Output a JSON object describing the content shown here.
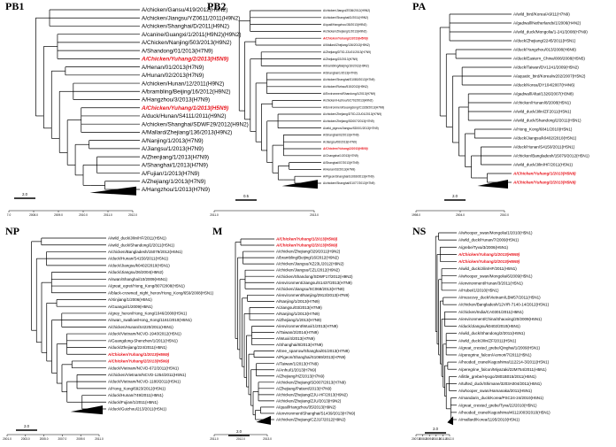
{
  "panels": [
    {
      "id": "PB1",
      "title": "PB1",
      "leafFont": 6.4,
      "axisFont": 3.2,
      "scale_label": "2.0",
      "axis_ticks": [
        "7.0",
        "2008.0",
        "2009.0",
        "2010.0",
        "2011.0",
        "2012.0"
      ],
      "leaves": [
        {
          "label": "A/chicken/Gansu/419/2012(H9N2)"
        },
        {
          "label": "A/chicken/Jiangsu/YZ0611/2011(H9N2)"
        },
        {
          "label": "A/chicken/Shanghai/D/2011(H9N2)"
        },
        {
          "label": "A/canine/Guangxi/1/2011(H9N2)(H9N2)"
        },
        {
          "label": "A/Chicken/Nanjing/503/2013(H9N2)"
        },
        {
          "label": "A/Shandong/01/2013(H7N9)"
        },
        {
          "label": "A/Chicken/Yuhang/2/2013(H5N9)",
          "highlight": true
        },
        {
          "label": "A/Henan/01/2013(H7N9)"
        },
        {
          "label": "A/Hunan/02/2013(H7N9)"
        },
        {
          "label": "A/chicken/Hunan/12/2011(H9N2)"
        },
        {
          "label": "A/brambling/Beijing/16/2012(H9N2)"
        },
        {
          "label": "A/Hangzhou/3/2013(H7N9)"
        },
        {
          "label": "A/Chicken/Yuhang/1/2013(H5N9)",
          "highlight": true
        },
        {
          "label": "A/duck/Hunan/S4111/2011(H9N2)"
        },
        {
          "label": "A/chicken/Shanghai/SDWF29/2012(H9N2)"
        },
        {
          "label": "A/Mallard/Zhejiang/136/2013(H9N2)"
        },
        {
          "label": "A/Nanjing/1/2013(H7N9)"
        },
        {
          "label": "A/Jiangsu/1/2013(H7N9)"
        },
        {
          "label": "A/Zhenjiang/1/2013(H7N9)"
        },
        {
          "label": "A/Shanghai/1/2013(H7N9)"
        },
        {
          "label": "A/Fujian/1/2013(H7N9)"
        },
        {
          "label": "A/Zhejiang/1/2013(H7N9)"
        },
        {
          "label": "A/Hangzhou/1/2013(H7N9)"
        }
      ]
    },
    {
      "id": "PB2",
      "title": "PB2",
      "leafFont": 3.3,
      "axisFont": 3.2,
      "scale_label": "0.5",
      "axis_ticks": [
        "2011.0",
        "2013.0"
      ],
      "leaves": [
        {
          "label": "A/chicken/Jiangxi/ZS36/2012(H9N2)"
        },
        {
          "label": "A/chicken/Shanghai/D/2011(H9N2)"
        },
        {
          "label": "A/quail/Hangzhou/35/2013(H9N2)"
        },
        {
          "label": "A/chicken/Zhejiang/1/2013(H9N2)"
        },
        {
          "label": "A/Chicken/Yuhang/1/2013(H5N9)",
          "highlight": true
        },
        {
          "label": "A/Mallard/Zhejiang/136/2013(H9N2)"
        },
        {
          "label": "A/Zhejiang/DTID-ZJU01/2013(H7N9)"
        },
        {
          "label": "A/Zhejiang/22/2013(H7N9)"
        },
        {
          "label": "A/brambling/Beijing/16/2012(H9N2)"
        },
        {
          "label": "A/Shanghai/1/2013(H7N9)"
        },
        {
          "label": "A/chicken/Shanghai/S1080/2013(H7N9)"
        },
        {
          "label": "A/chicken/Rizhao/515/2013(H9N2)"
        },
        {
          "label": "A/Environment/Shandong/1/2013(H7N9)"
        },
        {
          "label": "A/chicken/Huzhou/SC702/2013(H9N2)"
        },
        {
          "label": "A/Environment/Guangdong/C1328/2013(H7N9)"
        },
        {
          "label": "A/chicken/Zhejiang/DTID-ZJU01/2013(H7N9)"
        },
        {
          "label": "A/chicken/Zhejiang/SD007/2013(H7N9)"
        },
        {
          "label": "A/wild_pigeon/Jiangsu/SD001/2013(H7N9)"
        },
        {
          "label": "A/Shanghai/02/2013(H7N9)"
        },
        {
          "label": "A/Jiangsu/06/2013(H7N9)"
        },
        {
          "label": "A/Chicken/Yuhang/2/2013(H5N9)",
          "highlight": true
        },
        {
          "label": "A/Changsha/1/2013(H7N9)"
        },
        {
          "label": "A/Shanghai/07/2013(H7N9)"
        },
        {
          "label": "A/Hunan/02/2013(H7N9)"
        },
        {
          "label": "A/Pigeon/Shanghai/S1069/2013(H7N9)"
        },
        {
          "label": "A/chicken/Shanghai/S1077/2013(H7N9)"
        }
      ]
    },
    {
      "id": "PA",
      "title": "PA",
      "leafFont": 4.6,
      "axisFont": 3.2,
      "scale_label": "2.0",
      "axis_ticks": [
        "1998.0",
        "2004.0",
        "2010.0"
      ],
      "leaves": [
        {
          "label": "A/wild_bird/Korea/A9/11(H7N9)"
        },
        {
          "label": "A/gadwall/Netherlands/1/2006(H4N2)"
        },
        {
          "label": "A/wild_duck/Mongolia/1-241/2008(H7N9)"
        },
        {
          "label": "A/duck/Zhejiang/2245/2011(H5N1)"
        },
        {
          "label": "A/duck/Yangzhou/013/2008(H6N6)"
        },
        {
          "label": "A/duck/Eastern_China/008/2008(H5N5)"
        },
        {
          "label": "A/duck/Taiwan/DV1241/2009(H5N2)"
        },
        {
          "label": "A/aquatic_bird/Korea/w202/2007(H5N2)"
        },
        {
          "label": "A/duck/Korea/DY104/2007(H4N6)"
        },
        {
          "label": "A/gadwall/Altai/1326/2007(H3N8)"
        },
        {
          "label": "A/chicken/Hunan/8/2008(H5N1)"
        },
        {
          "label": "A/wild_duck/Jilin/ZF2011(H5N1)"
        },
        {
          "label": "A/wild_duck/Shandong/2/2011(H5N1)"
        },
        {
          "label": "A/Hong_Kong/6841/2010(H5N1)"
        },
        {
          "label": "A/duck/Jiangsu/k0402/2010(H5N1)"
        },
        {
          "label": "A/duck/Hunan/S4150/2011(H5N1)"
        },
        {
          "label": "A/chicken/Bangladesh/15079/2012(H5N1)"
        },
        {
          "label": "A/wild_duck/Jilin/HF/2011(H5N1)"
        },
        {
          "label": "A/Chicken/Yuhang/1/2013(H5N9)",
          "highlight": true
        },
        {
          "label": "A/Chicken/Yuhang/2/2013(H5N9)",
          "highlight": true
        }
      ]
    },
    {
      "id": "NP",
      "title": "NP",
      "leafFont": 4.5,
      "axisFont": 3.2,
      "scale_label": "2.0",
      "axis_ticks": [
        "2001.0",
        "2003.0",
        "2005.0",
        "2007.0",
        "2009.0",
        "2011.0"
      ],
      "leaves": [
        {
          "label": "A/wild_duck/Jilin/HF/2011(H5N1)"
        },
        {
          "label": "A/wild_duck/Shandong/2/2011(H5N1)"
        },
        {
          "label": "A/chicken/Bangladesh/15079/2012(H5N1)"
        },
        {
          "label": "A/duck/Hunan/S4150/2011(H5N1)"
        },
        {
          "label": "A/duck/Jiangsu/k0402/2010(H5N1)"
        },
        {
          "label": "A/duck/Jiangsu/26/2004(H5N2)"
        },
        {
          "label": "A/swan/Shanghai/10/2009(H5N1)"
        },
        {
          "label": "A/great_egret/Hong_Kong/807/2008(H5N1)"
        },
        {
          "label": "A/black-crowned_night_heron/Hong_Kong/659/2008(H5N1)"
        },
        {
          "label": "A/Xinjiang/1/2006(H5N1)"
        },
        {
          "label": "A/Guangxi/1/2009(H5N1)"
        },
        {
          "label": "A/grey_heron/Hong_Kong/1046/2008(H5N1)"
        },
        {
          "label": "A/swan_swallow/Hong_Kong/1161/2010(H5N1)"
        },
        {
          "label": "A/chicken/Hunan/S4220/2011(H5N1)"
        },
        {
          "label": "A/duck/Vietnam/NCVD-1940/2012(H5N1)"
        },
        {
          "label": "A/Guangdong-Shenzhen/1/2011(H5N1)"
        },
        {
          "label": "A/duck/Zhejiang/224/2011(H5N1)"
        },
        {
          "label": "A/Chicken/Yuhang/1/2013(H5N9)",
          "highlight": true
        },
        {
          "label": "A/Chicken/Yuhang/2/2013(H5N9)",
          "highlight": true
        },
        {
          "label": "A/duck/Vietnam/NCVD-672/2011(H5N1)"
        },
        {
          "label": "A/chicken/Vietnam/NCVD-1254/2011(H5N1)"
        },
        {
          "label": "A/duck/Vietnam/NCVD-1180/2011(H5N1)"
        },
        {
          "label": "A/Hong_Kong/6923/2012(H5N1)"
        },
        {
          "label": "A/duck/Hunan/749/2011(H5N1)"
        },
        {
          "label": "A/duck/Fujian/1/2011(H5N1)"
        },
        {
          "label": "A/duck/Guizhou/213/2011(H5N1)"
        }
      ]
    },
    {
      "id": "M",
      "title": "M",
      "leafFont": 4.5,
      "axisFont": 3.2,
      "scale_label": "2.0",
      "axis_ticks": [
        "2011.0",
        "2012.0",
        "2013.0"
      ],
      "leaves": [
        {
          "label": "A/Chicken/Yuhang/1/2013(H5N9)",
          "highlight": true
        },
        {
          "label": "A/Chicken/Yuhang/2/2013(H5N9)",
          "highlight": true
        },
        {
          "label": "A/chicken/Zhejiang/329/2011(H9N2)"
        },
        {
          "label": "A/brambling/Beijing/16/2012(H9N2)"
        },
        {
          "label": "A/chicken/Jiangsu/XZ23L/2012(H9N2)"
        },
        {
          "label": "A/chicken/Jiangsu/CZL/2012(H9N2)"
        },
        {
          "label": "A/chicken/Shandong/SDWF17/2012(H9N2)"
        },
        {
          "label": "A/environment/Jiangsu/S1437/2013(H7N9)"
        },
        {
          "label": "A/chicken/Jiangsu/SC068/2013(H7N9)"
        },
        {
          "label": "A/environment/Nanjing/2913/2013(H7N9)"
        },
        {
          "label": "A/Nanjing/1/2013(H7N9)"
        },
        {
          "label": "A/Jiangsu/03/2013(H7N9)"
        },
        {
          "label": "A/Nanjing/1/2013(H7N9)"
        },
        {
          "label": "A/Zhejiang/1/2013(H7N9)"
        },
        {
          "label": "A/environment/Wuxi/1/2013(H7N9)"
        },
        {
          "label": "A/Taiwan/2/2014(H7N9)"
        },
        {
          "label": "A/Wuxi/4/2013(H7N9)"
        },
        {
          "label": "A/Shanghai/8/2013(H7N9)"
        },
        {
          "label": "A/tree_sparrow/Shanghai/01/2013(H7N9)"
        },
        {
          "label": "A/Pigeon/Shanghai/S1069/2013(H7N9)"
        },
        {
          "label": "A/Taiwan/1/2013(H7N9)"
        },
        {
          "label": "A/Anhui/1/2013(H7N9)"
        },
        {
          "label": "A/Zhejiang/HZ/2013(H7N9)"
        },
        {
          "label": "A/chicken/Zhejiang/SD007/2013(H7N9)"
        },
        {
          "label": "A/Zhejiang/Patient/2013(H7N9)"
        },
        {
          "label": "A/chicken/Zhejiang/ZJU-HF/2013(H9N2)"
        },
        {
          "label": "A/chicken/Zhejiang/ZJU/2013(H9N2)"
        },
        {
          "label": "A/quail/Hangzhou/35/2013(H9N2)"
        },
        {
          "label": "A/environment/Shanghai/S1439/2013(H7N9)"
        },
        {
          "label": "A/chicken/Zhejiang/CZJ1F/2012(H9N2)"
        }
      ]
    },
    {
      "id": "NS",
      "title": "NS",
      "leafFont": 4.5,
      "axisFont": 3.2,
      "scale_label": "2.0",
      "axis_ticks": [
        "2007.0",
        "2008.0",
        "2009.0",
        "2010.0",
        "2011.0",
        "2012.0"
      ],
      "leaves": [
        {
          "label": "A/whooper_swan/Mongolia/1/2010(H5N1)"
        },
        {
          "label": "A/wild_duck/Hunan/7/2009(H5N1)"
        },
        {
          "label": "A/grebe/Tyva/3/2006(H5N1)"
        },
        {
          "label": "A/Chicken/Yuhang/1/2013(H5N9)",
          "highlight": true
        },
        {
          "label": "A/Chicken/Yuhang/2/2013(H5N9)",
          "highlight": true
        },
        {
          "label": "A/wild_duck/Jilin/HF/2011(H5N1)"
        },
        {
          "label": "A/whooper_swan/Mongolia/6/2009(H5N1)"
        },
        {
          "label": "A/environment/Hunan/3/2011(H5N1)"
        },
        {
          "label": "A/Hubei/1/2010(H5N1)"
        },
        {
          "label": "A/muscovy_duck/Vietnam/LBM57/2011(H5N1)"
        },
        {
          "label": "A/chicken/Bangladesh/12VIR-7140-14/2012(H5N1)"
        },
        {
          "label": "A/chicken/India/CA0301/2011(H5N1)"
        },
        {
          "label": "A/environment/China/Shaoxing/20/2009(H5N1)"
        },
        {
          "label": "A/duck/Jiangsu/k0402/2010(H5N1)"
        },
        {
          "label": "A/wild_duck/Shandong/2/2011(H5N1)"
        },
        {
          "label": "A/wild_duck/Jilin/ZF/2011(H5N1)"
        },
        {
          "label": "A/great_crested_grebe/Qinghai/1/2009(H5N1)"
        },
        {
          "label": "A/peregrine_falcon/Aomori/7/2011(H5N1)"
        },
        {
          "label": "A/hooded_crane/Kagoshima/112214-3/2011(H5N1)"
        },
        {
          "label": "A/peregrine_falcon/Miyazaki/22M754/2011(H5N1)"
        },
        {
          "label": "A/little_grebe/Hyogo/2801B015/2011(H5N1)"
        },
        {
          "label": "A/tufted_duck/Shimane/3203A004/2011(H5N1)"
        },
        {
          "label": "A/whooper_swan/Hamanaka/2011(H5N1)"
        },
        {
          "label": "A/mandarin_duck/Korea/PSC24-24/2010(H5N1)"
        },
        {
          "label": "A/great_crested_grebe/Tyva/22/2010(H5N1)"
        },
        {
          "label": "A/hooded_crane/Kagoshima/4612J003/2010(H5N1)"
        },
        {
          "label": "A/mallard/Korea/1195/2010(H5N1)"
        }
      ]
    }
  ],
  "colors": {
    "branch": "#000000",
    "label": "#000000",
    "highlight": "#e8141c"
  }
}
